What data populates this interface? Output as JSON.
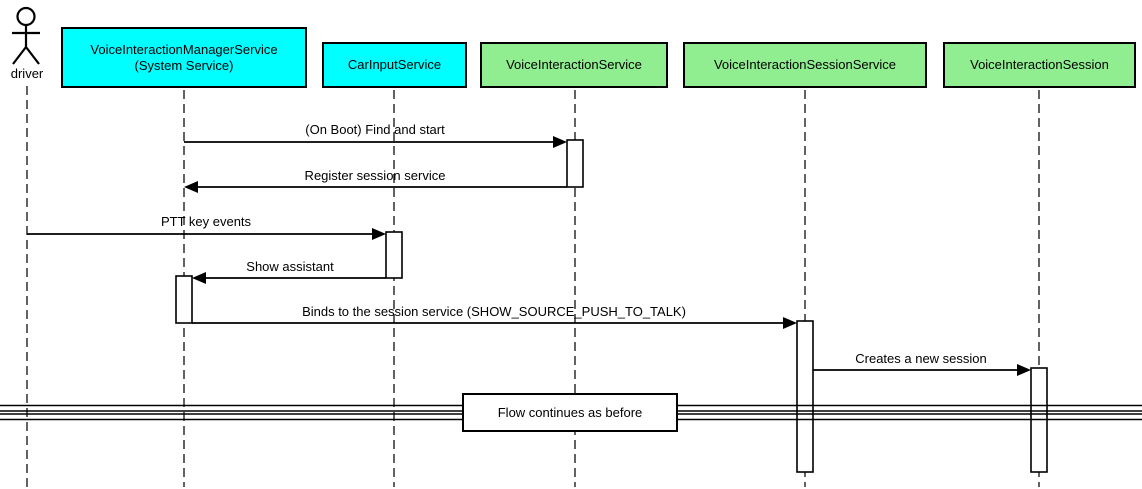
{
  "diagram": {
    "type": "uml-sequence",
    "actor": {
      "label": "driver"
    },
    "participants": [
      {
        "name": "VoiceInteractionManagerService\n(System Service)",
        "color": "#00FFFF"
      },
      {
        "name": "CarInputService",
        "color": "#00FFFF"
      },
      {
        "name": "VoiceInteractionService",
        "color": "#90EE90"
      },
      {
        "name": "VoiceInteractionSessionService",
        "color": "#90EE90"
      },
      {
        "name": "VoiceInteractionSession",
        "color": "#90EE90"
      }
    ],
    "messages": [
      {
        "label": "(On Boot) Find and start",
        "from": "VoiceInteractionManagerService (System Service)",
        "to": "VoiceInteractionService"
      },
      {
        "label": "Register session service",
        "from": "VoiceInteractionService",
        "to": "VoiceInteractionManagerService (System Service)"
      },
      {
        "label": "PTT key events",
        "from": "driver",
        "to": "CarInputService"
      },
      {
        "label": "Show assistant",
        "from": "CarInputService",
        "to": "VoiceInteractionManagerService (System Service)"
      },
      {
        "label": "Binds to the session service (SHOW_SOURCE_PUSH_TO_TALK)",
        "from": "VoiceInteractionManagerService (System Service)",
        "to": "VoiceInteractionSessionService"
      },
      {
        "label": "Creates a new session",
        "from": "VoiceInteractionSessionService",
        "to": "VoiceInteractionSession"
      }
    ],
    "divider": {
      "label": "Flow continues as before"
    },
    "colors": {
      "participant_cyan": "#00FFFF",
      "participant_green": "#90EE90",
      "line": "#000000",
      "background": "#FFFFFF"
    }
  }
}
